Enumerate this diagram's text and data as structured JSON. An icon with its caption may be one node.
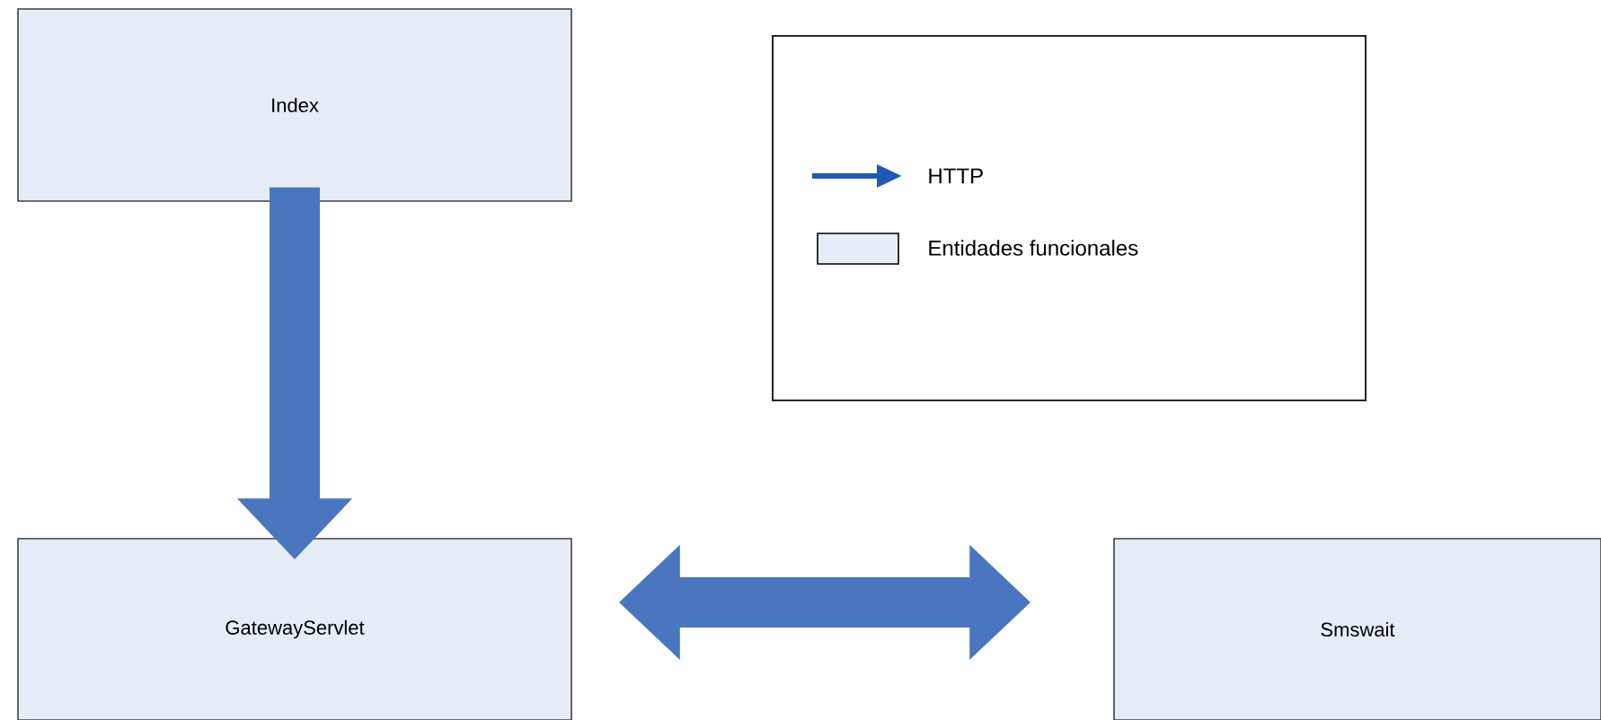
{
  "diagram": {
    "nodes": [
      {
        "text": [
          "Index"
        ]
      },
      {
        "text": [
          "GatewayServlet"
        ]
      },
      {
        "text": [
          "Smswait"
        ]
      }
    ],
    "edges": [
      {
        "from": 0,
        "to": 1,
        "arrow": "to"
      },
      {
        "from": 1,
        "to": 2,
        "arrow": "both"
      }
    ],
    "legend": [
      {
        "text": "HTTP"
      },
      {
        "text": "Entidades funcionales",
        "color": "#e6edf7"
      }
    ]
  }
}
